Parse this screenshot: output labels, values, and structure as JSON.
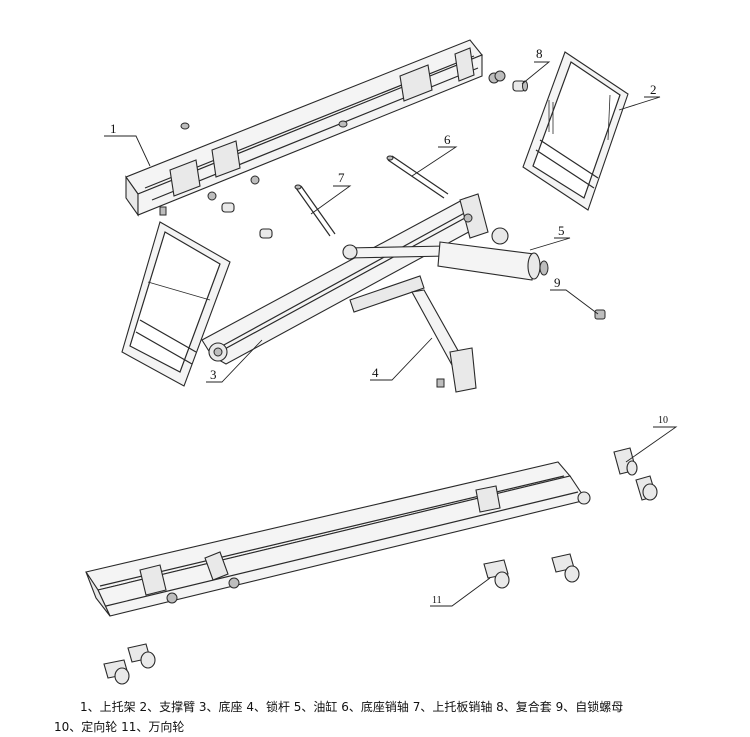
{
  "callouts": {
    "n1": "1",
    "n2": "2",
    "n3": "3",
    "n4": "4",
    "n5": "5",
    "n6": "6",
    "n7": "7",
    "n8": "8",
    "n9": "9",
    "n10": "10",
    "n11": "11"
  },
  "caption": {
    "line1": "1、上托架 2、支撑臂 3、底座 4、锁杆 5、油缸 6、底座销轴 7、上托板销轴 8、复合套 9、自锁螺母",
    "line2": "10、定向轮 11、万向轮"
  }
}
